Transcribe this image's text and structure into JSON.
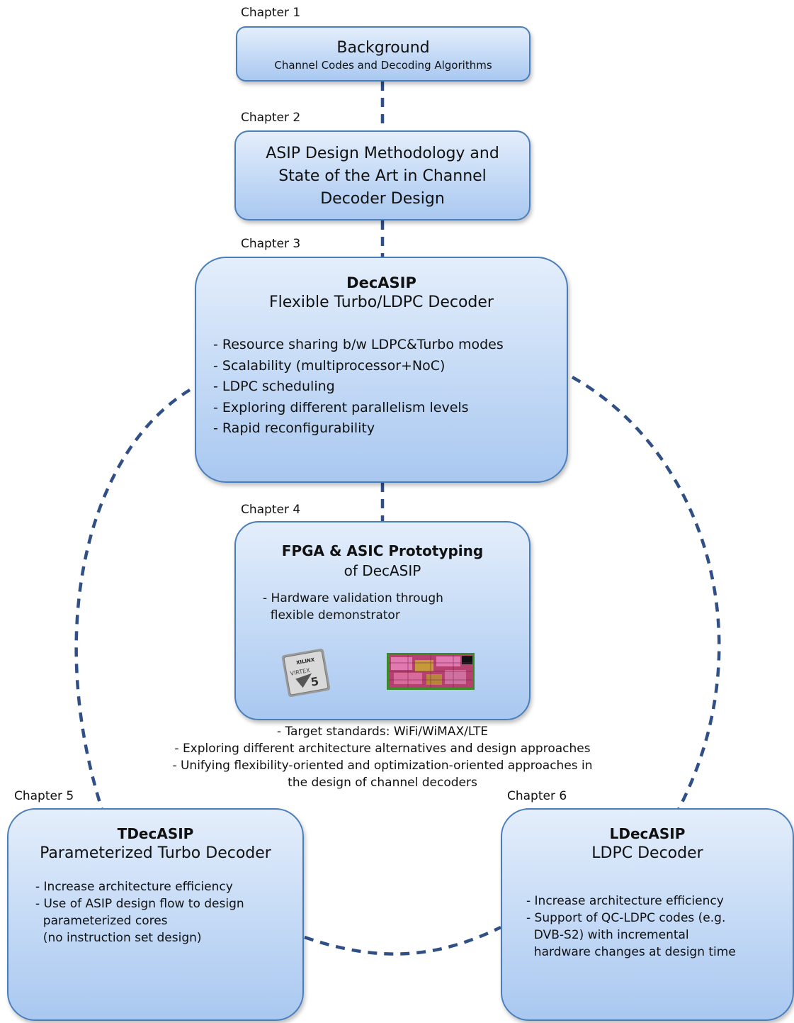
{
  "chapters": [
    {
      "label": "Chapter 1",
      "title_lines": [
        "Background",
        "Channel Codes and Decoding Algorithms"
      ]
    },
    {
      "label": "Chapter 2",
      "title_lines": [
        "ASIP Design Methodology and",
        "State of the Art in Channel",
        "Decoder Design"
      ]
    },
    {
      "label": "Chapter 3",
      "title": "DecASIP",
      "subtitle": "Flexible Turbo/LDPC Decoder",
      "bullets": [
        "- Resource sharing b/w LDPC&Turbo modes",
        "- Scalability (multiprocessor+NoC)",
        "- LDPC scheduling",
        "- Exploring different parallelism levels",
        "- Rapid reconfigurability"
      ]
    },
    {
      "label": "Chapter 4",
      "title": "FPGA & ASIC Prototyping",
      "subtitle": "of DecASIP",
      "bullets": [
        "- Hardware validation through",
        "  flexible demonstrator"
      ],
      "chip_logo_text": "XILINX",
      "chip_brand_text": "VIRTEX",
      "chip_number": "5"
    },
    {
      "label": "Chapter 5",
      "title": "TDecASIP",
      "subtitle": "Parameterized Turbo Decoder",
      "bullets": [
        "- Increase architecture efficiency",
        "- Use of ASIP design flow to design",
        "  parameterized cores",
        "  (no instruction set design)"
      ]
    },
    {
      "label": "Chapter 6",
      "title": "LDecASIP",
      "subtitle": "LDPC Decoder",
      "bullets": [
        "- Increase architecture efficiency",
        "- Support of QC-LDPC codes (e.g.",
        "  DVB-S2) with incremental",
        "  hardware changes at design time"
      ]
    }
  ],
  "cross_notes": [
    "- Target standards: WiFi/WiMAX/LTE",
    "- Exploring different architecture alternatives and design approaches",
    "- Unifying flexibility-oriented and optimization-oriented approaches in",
    "the design of channel decoders"
  ],
  "colors": {
    "box_border": "#4a7ebb",
    "box_fill_top": "#e4eefb",
    "box_fill_bottom": "#a9c8f0",
    "connector": "#2f4f86"
  }
}
